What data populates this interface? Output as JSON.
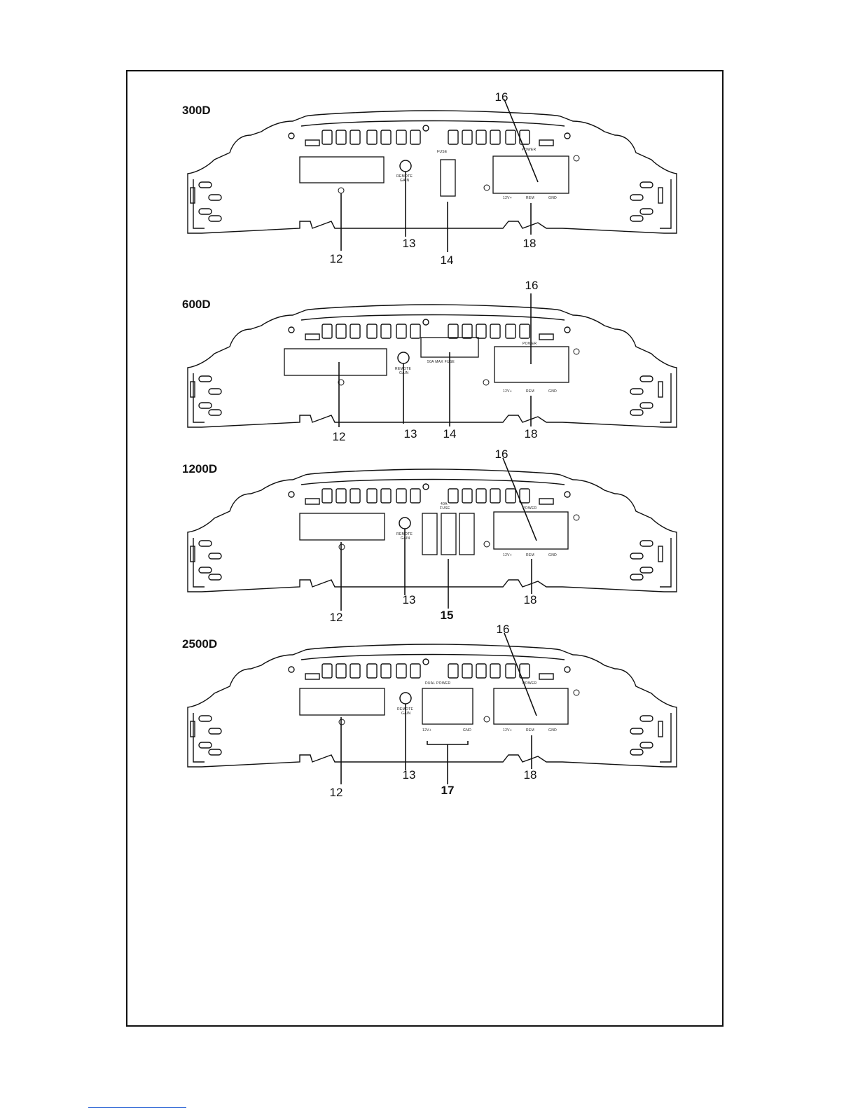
{
  "amplifiers": [
    {
      "model": "300D",
      "callouts": {
        "c16": "16",
        "c12": "12",
        "c13": "13",
        "c14": "14",
        "c18": "18"
      },
      "labels": {
        "fuse": "FUSE",
        "power": "POWER",
        "remote": "REMOTE",
        "gain": "GAIN",
        "v12": "12V+",
        "rem": "REM",
        "gnd": "GND"
      }
    },
    {
      "model": "600D",
      "callouts": {
        "c16": "16",
        "c12": "12",
        "c13": "13",
        "c14": "14",
        "c18": "18"
      },
      "labels": {
        "fuse": "50A MAX FUSE",
        "power": "POWER",
        "remote": "REMOTE",
        "gain": "GAIN",
        "v12": "12V+",
        "rem": "REM",
        "gnd": "GND"
      }
    },
    {
      "model": "1200D",
      "callouts": {
        "c16": "16",
        "c12": "12",
        "c13": "13",
        "c15": "15",
        "c18": "18"
      },
      "labels": {
        "fuse1": "40A",
        "fuse2": "FUSE",
        "power": "POWER",
        "remote": "REMOTE",
        "gain": "GAIN",
        "v12": "12V+",
        "rem": "REM",
        "gnd": "GND"
      }
    },
    {
      "model": "2500D",
      "callouts": {
        "c16": "16",
        "c12": "12",
        "c13": "13",
        "c17": "17",
        "c18": "18"
      },
      "labels": {
        "dual": "DUAL POWER",
        "dv12": "12V+",
        "dgnd": "GND",
        "power": "POWER",
        "remote": "REMOTE",
        "gain": "GAIN",
        "v12": "12V+",
        "rem": "REM",
        "gnd": "GND"
      }
    }
  ],
  "colors": {
    "line": "#1a1a1a",
    "link_underline": "#3b6fd8"
  }
}
